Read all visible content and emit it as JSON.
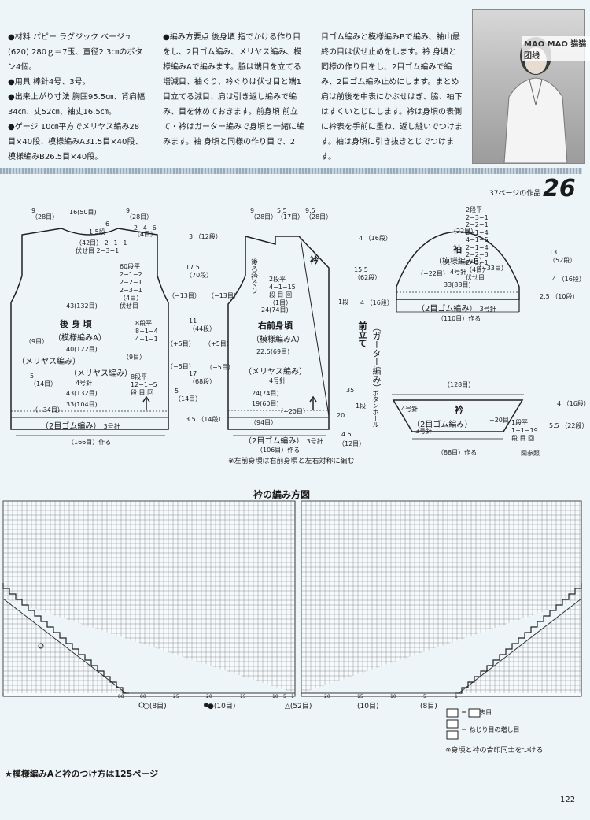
{
  "header": {
    "col1": "●材料 パピー ラグジック ベージュ(620) 280ｇ＝7玉、直径2.3㎝のボタン4個。\n●用具 棒針4号、3号。\n●出来上がり寸法 胸囲95.5㎝、背肩幅34㎝、丈52㎝、袖丈16.5㎝。\n●ゲージ 10㎝平方でメリヤス編み28目×40段、模様編みA31.5目×40段、模様編みB26.5目×40段。",
    "col2": "●編み方要点 後身頃 指でかける作り目をし、2目ゴム編み、メリヤス編み、模様編みAで編みます。脇は端目を立てる増減目、袖ぐり、衿ぐりは伏せ目と端1目立てる減目、肩は引き返し編みで編み、目を休めておきます。前身頃 前立て・衿はガーター編みで身頃と一緒に編みます。袖 身頃と同様の作り目で、2",
    "col3": "目ゴム編みと模様編みBで編み、袖山最終の目は伏せ止めをします。衿 身頃と同様の作り目をし、2目ゴム編みで編み、2目ゴム編み止めにします。まとめ 肩は前後を中表にかぶせはぎ、脇、袖下はすくいとじにします。衿は身頃の表側に衿表を手前に重ね、返し縫いでつけます。袖は身頃に引き抜きとじでつけます。",
    "brand": "MAO MAO 猫猫团线",
    "ref": "37ページの作品",
    "num": "26"
  },
  "back": {
    "title": "後 身 頃",
    "pattern": "（模様編みA）",
    "meri1": "（メリヤス編み）",
    "meri2": "（メリヤス編み）",
    "rib": "（2目ゴム編み）",
    "needle": "3号針",
    "needle4": "4号針",
    "make": "（166目）作る",
    "top9a": "9",
    "top9a_s": "（28目）",
    "top16": "16(50目)",
    "top9b": "9",
    "top9b_s": "（28目）",
    "n6": "6",
    "n15": "1.5段",
    "shoulder": "2−4−6",
    "shoulder2": "（4目）",
    "neck1": "（42目）",
    "neck1b": "伏せ目",
    "neck2": "2−1−1",
    "neck3": "2−3−1",
    "arm1": "60段平",
    "arm2": "2−1−2",
    "arm3": "2−2−1",
    "arm4": "2−3−1",
    "arm5": "（4目）",
    "arm6": "伏せ目",
    "w43a": "43(132目)",
    "m13": "（−13目）",
    "s8a": "8段平",
    "s8b": "8−1−4",
    "s8c": "4−1−1",
    "p5": "（+5目）",
    "w40": "40(122目)",
    "l9": "（9目）",
    "r9": "（9目）",
    "m5": "（−5目）",
    "l5": "5",
    "l14": "（14目）",
    "r5": "5",
    "r14": "（14目）",
    "s8d": "8段平",
    "s8e": "12−1−5",
    "s8f": "段 目 回",
    "w43b": "43(132目)",
    "w33": "33(104目)",
    "m34": "（−34目）",
    "h3": "3",
    "h12": "（12段）",
    "h175": "17.5",
    "h70": "（70段）",
    "h11": "11",
    "h44": "（44段）",
    "h17": "17",
    "h68": "（68段）",
    "h35": "3.5",
    "h14": "（14段）"
  },
  "front": {
    "title": "右前身頃",
    "pattern": "（模様編みA）",
    "meri": "（メリヤス編み）",
    "rib": "（2目ゴム編み）",
    "needle": "3号針",
    "needle4": "4号針",
    "make": "（106目）作る",
    "collar": "衿",
    "band": "前立て",
    "garter": "（ガーター編み）",
    "backneck": "後ろ衿ぐり",
    "button": "ボタンホール",
    "t9": "9",
    "t9s": "（28目）",
    "t55": "5.5",
    "t55s": "（17目）",
    "t95": "9.5",
    "t95s": "（28目）",
    "n1": "2段平",
    "n2": "4−1−15",
    "n3": "段 目 回",
    "n4": "（1目）",
    "m13": "（−13目）",
    "w24a": "24(74目)",
    "w225": "22.5(69目)",
    "p5": "（+5目）",
    "m5": "（−5目）",
    "w24b": "24(74目)",
    "w19": "19(60目)",
    "m20": "（−20目）",
    "w94": "（94目）",
    "h4": "4",
    "h16": "（16段）",
    "h155": "15.5",
    "h62": "（62段）",
    "r1": "1段",
    "r4": "4",
    "r16": "（16段）",
    "h35b": "35",
    "h1b": "1段",
    "h20": "20",
    "h45": "4.5",
    "h12": "（12目）",
    "note": "※左前身頃は右前身頃と左右対称に編む"
  },
  "sleeve": {
    "title": "袖",
    "pattern": "（模様編みB）",
    "rib": "（2目ゴム編み）",
    "needle": "3号針",
    "needle4": "4号針",
    "make": "（110目）作る",
    "w22": "（22目）",
    "m22": "（−22目）",
    "m33": "（−33目）",
    "w33": "33(88目)",
    "t1": "2段平",
    "t2": "2−3−1",
    "t3": "2−2−1",
    "t4": "2−1−4",
    "t5": "4−1−5",
    "t6": "2−1−4",
    "t7": "2−2−3",
    "t8": "2−3−1",
    "t9": "（4目）",
    "t10": "伏せ目",
    "h13": "13",
    "h52": "（52段）",
    "h4": "4",
    "h16": "（16段）",
    "h25": "2.5",
    "h10": "（10段）"
  },
  "collar": {
    "title": "衿",
    "rib": "（2目ゴム編み）",
    "needle4": "4号針",
    "needle3": "3号針",
    "make": "（88目）作る",
    "w128": "（128目）",
    "p20": "+20目",
    "s1": "1段平",
    "s2": "1−1−19",
    "s3": "段 目 回",
    "h4": "4",
    "h16": "（16段）",
    "h55": "5.5",
    "h22": "（22段）",
    "ref": "図参照"
  },
  "chart": {
    "title": "衿の編み方図",
    "l8": "○(8目)",
    "l10": "●(10目)",
    "c52": "△(52目)",
    "r10": "(10目)",
    "r8": "(8目)",
    "axis_left": [
      "88",
      "80",
      "25",
      "20",
      "15",
      "10",
      "5",
      "1"
    ],
    "axis_right": [
      "20",
      "15",
      "10",
      "5",
      "1"
    ],
    "legend1": "＝",
    "legend1b": "表目",
    "legend2": "＝ ねじり目の増し目",
    "legend3": "※身頃と衿の合印同士をつける"
  },
  "footer": {
    "note": "★模様編みAと衿のつけ方は125ページ",
    "page": "122"
  }
}
